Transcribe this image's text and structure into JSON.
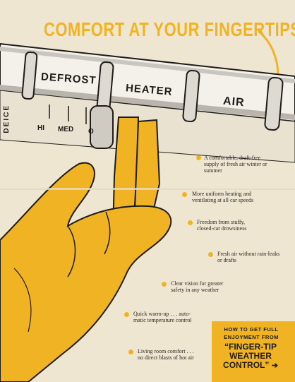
{
  "headline": "COMFORT AT YOUR FINGERTIPS",
  "panel": {
    "buttons": [
      "DEFROST",
      "HEATER",
      "AIR"
    ],
    "side_label": "DEICE",
    "fan_labels": [
      "HI",
      "MED",
      "O"
    ]
  },
  "features": [
    {
      "text1": "A comfortable, draft-free",
      "text2": "supply of fresh air winter or",
      "text3": "summer"
    },
    {
      "text1": "More uniform heating and",
      "text2": "ventilating at all car speeds",
      "text3": ""
    },
    {
      "text1": "Freedom from stuffy,",
      "text2": "closed-car drowsiness",
      "text3": ""
    },
    {
      "text1": "Fresh air without rain-leaks",
      "text2": "or drafts",
      "text3": ""
    },
    {
      "text1": "Clear vision for greater",
      "text2": "safety in any weather",
      "text3": ""
    },
    {
      "text1": "Quick warm-up . . . auto-",
      "text2": "matic temperature control",
      "text3": ""
    },
    {
      "text1": "Living room comfort . . .",
      "text2": "no direct blasts of hot air",
      "text3": ""
    }
  ],
  "callout": {
    "line1": "HOW TO GET FULL",
    "line2": "ENJOYMENT FROM",
    "big1": "“FINGER-TIP",
    "big2": "WEATHER",
    "big3": "CONTROL”",
    "arrow": "➔"
  },
  "colors": {
    "accent": "#f0b324",
    "paper": "#efe6d2",
    "ink": "#1e1b18"
  }
}
